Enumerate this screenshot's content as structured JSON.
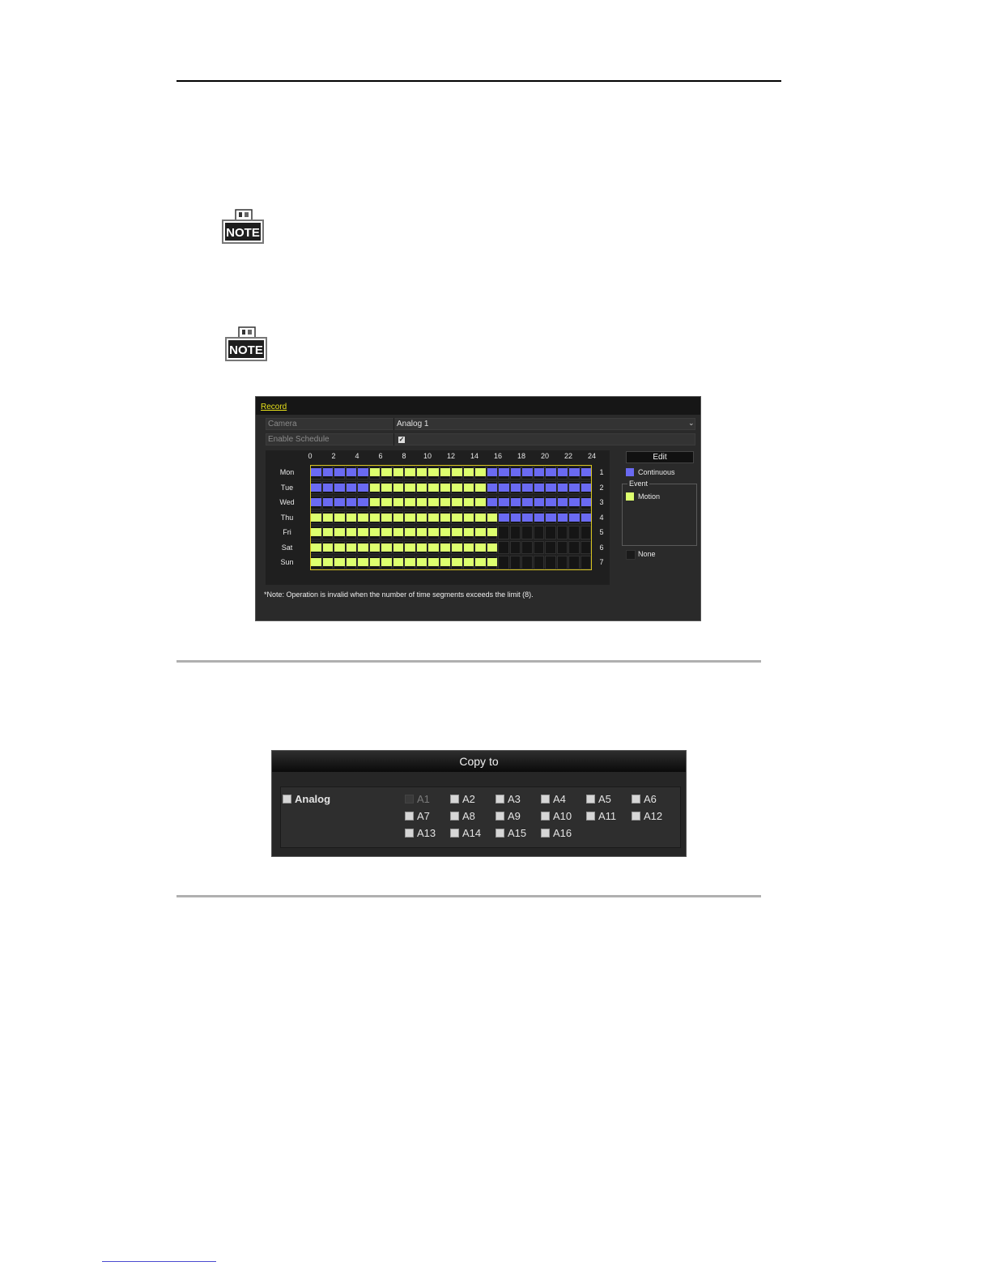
{
  "note_icon_label": "NOTE",
  "record": {
    "title": "Record",
    "camera_label": "Camera",
    "camera_value": "Analog 1",
    "enable_label": "Enable Schedule",
    "enable_checked": true,
    "hours": [
      "0",
      "2",
      "4",
      "6",
      "8",
      "10",
      "12",
      "14",
      "16",
      "18",
      "20",
      "22",
      "24"
    ],
    "days": [
      "Mon",
      "Tue",
      "Wed",
      "Thu",
      "Fri",
      "Sat",
      "Sun"
    ],
    "row_numbers": [
      "1",
      "2",
      "3",
      "4",
      "5",
      "6",
      "7"
    ],
    "schedule": [
      {
        "day": "Mon",
        "segments": [
          {
            "type": "continuous",
            "start": 0,
            "end": 5
          },
          {
            "type": "motion",
            "start": 5,
            "end": 15
          },
          {
            "type": "continuous",
            "start": 15,
            "end": 24
          }
        ]
      },
      {
        "day": "Tue",
        "segments": [
          {
            "type": "continuous",
            "start": 0,
            "end": 5
          },
          {
            "type": "motion",
            "start": 5,
            "end": 15
          },
          {
            "type": "continuous",
            "start": 15,
            "end": 24
          }
        ]
      },
      {
        "day": "Wed",
        "segments": [
          {
            "type": "continuous",
            "start": 0,
            "end": 5
          },
          {
            "type": "motion",
            "start": 5,
            "end": 15
          },
          {
            "type": "continuous",
            "start": 15,
            "end": 24
          }
        ]
      },
      {
        "day": "Thu",
        "segments": [
          {
            "type": "motion",
            "start": 0,
            "end": 16
          },
          {
            "type": "continuous",
            "start": 16,
            "end": 24
          }
        ]
      },
      {
        "day": "Fri",
        "segments": [
          {
            "type": "motion",
            "start": 0,
            "end": 16
          }
        ]
      },
      {
        "day": "Sat",
        "segments": [
          {
            "type": "motion",
            "start": 0,
            "end": 16
          }
        ]
      },
      {
        "day": "Sun",
        "segments": [
          {
            "type": "motion",
            "start": 0,
            "end": 16
          }
        ]
      }
    ],
    "edit_label": "Edit",
    "legend": {
      "continuous_label": "Continuous",
      "event_label": "Event",
      "motion_label": "Motion",
      "none_label": "None"
    },
    "colors": {
      "continuous": "#6a6af2",
      "motion": "#ddff6e",
      "none": "#222222",
      "title_accent": "#e6e01a"
    },
    "note": "*Note: Operation is invalid when the number of time segments exceeds the limit (8)."
  },
  "copy_to": {
    "title": "Copy to",
    "analog_label": "Analog",
    "channels": [
      "A1",
      "A2",
      "A3",
      "A4",
      "A5",
      "A6",
      "A7",
      "A8",
      "A9",
      "A10",
      "A11",
      "A12",
      "A13",
      "A14",
      "A15",
      "A16"
    ],
    "disabled_channel": "A1"
  }
}
